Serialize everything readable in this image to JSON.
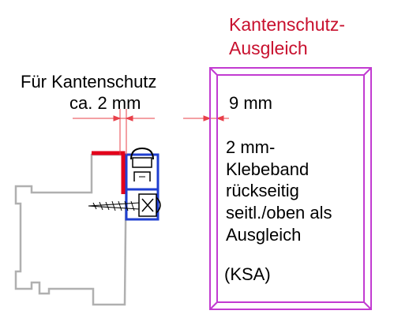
{
  "title": {
    "line1": "Kantenschutz-",
    "line2": "Ausgleich"
  },
  "left_label": {
    "line1": "Für Kantenschutz",
    "line2": "ca. 2 mm"
  },
  "panel": {
    "gap_label": "9 mm",
    "note_lines": [
      "2 mm-",
      "Klebeband",
      "rückseitig",
      "seitl./oben als",
      "Ausgleich"
    ],
    "code": "(KSA)"
  },
  "colors": {
    "title_text": "#c8102e",
    "dimension_line": "#e8404a",
    "edge_protection": "#e3001b",
    "clip_profile": "#1f3fd0",
    "frame_outline": "#b0b0b0",
    "panel_border": "#c23bd1"
  }
}
